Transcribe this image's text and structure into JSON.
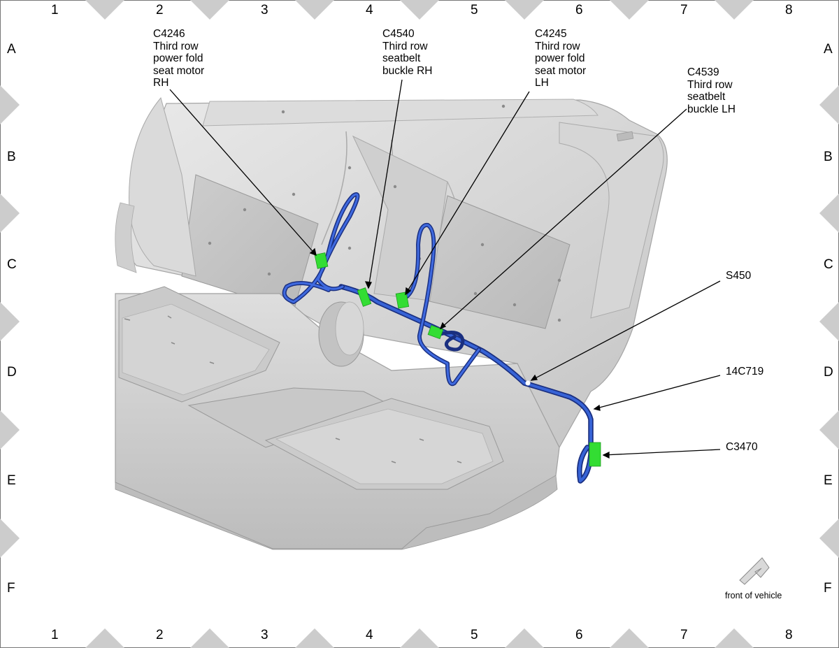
{
  "grid": {
    "columns": [
      "1",
      "2",
      "3",
      "4",
      "5",
      "6",
      "7",
      "8"
    ],
    "rows": [
      "A",
      "B",
      "C",
      "D",
      "E",
      "F"
    ]
  },
  "callouts": {
    "c4246": "C4246\nThird row\npower fold\nseat motor\nRH",
    "c4540": "C4540\nThird row\nseatbelt\nbuckle RH",
    "c4245": "C4245\nThird row\npower fold\nseat motor\nLH",
    "c4539": "C4539\nThird row\nseatbelt\nbuckle LH",
    "s450": "S450",
    "h14c719": "14C719",
    "c3470": "C3470"
  },
  "orientation": {
    "label": "front of vehicle",
    "icon": "front-arrow-icon"
  },
  "colors": {
    "harness": "#2f57c9",
    "harness_dark": "#1a2f80",
    "connector": "#33dd33",
    "seat": "#d4d4d4",
    "border_notch": "#cccccc"
  }
}
